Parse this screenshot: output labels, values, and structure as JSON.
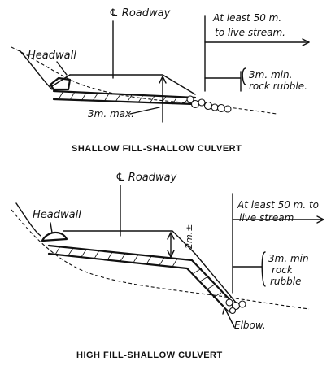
{
  "top_diagram": {
    "roadway_label": "℄ Roadway",
    "headwall_label": "Headwall",
    "stream_note_line1": "At least 50 m.",
    "stream_note_line2": "to live stream.",
    "rubble_note_line1": "3m. min.",
    "rubble_note_line2": "rock rubble.",
    "depth_label": "3m. max.",
    "caption": "SHALLOW FILL-SHALLOW CULVERT"
  },
  "bottom_diagram": {
    "roadway_label": "℄ Roadway",
    "headwall_label": "Headwall",
    "stream_note_line1": "At least 50 m. to",
    "stream_note_line2": "live stream",
    "rubble_note_line1": "3m. min",
    "rubble_note_line2": "rock",
    "rubble_note_line3": "rubble",
    "depth_label": "2m.±",
    "elbow_label": "Elbow.",
    "caption": "HIGH FILL-SHALLOW CULVERT"
  }
}
